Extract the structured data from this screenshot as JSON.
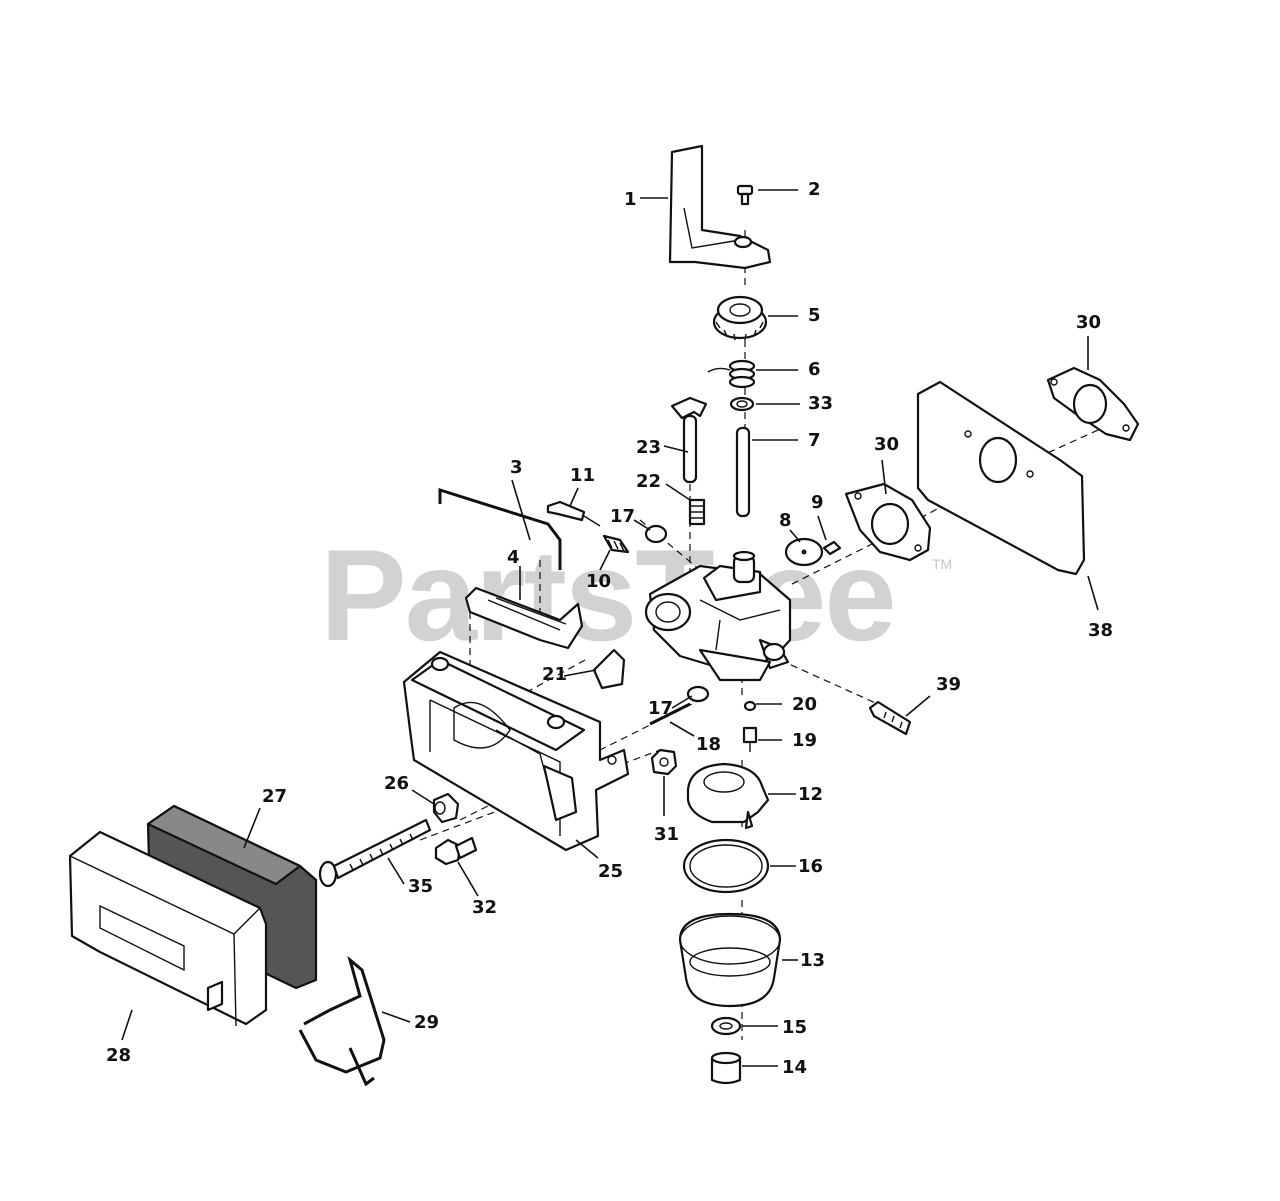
{
  "watermark": {
    "text": "PartsTree",
    "trademark": "TM"
  },
  "labels": {
    "l1": "1",
    "l2": "2",
    "l3": "3",
    "l4": "4",
    "l5": "5",
    "l6": "6",
    "l7": "7",
    "l8": "8",
    "l9": "9",
    "l10": "10",
    "l11": "11",
    "l12": "12",
    "l13": "13",
    "l14": "14",
    "l15": "15",
    "l16": "16",
    "l17a": "17",
    "l17b": "17",
    "l18": "18",
    "l19": "19",
    "l20": "20",
    "l21": "21",
    "l22": "22",
    "l23": "23",
    "l25": "25",
    "l26": "26",
    "l27": "27",
    "l28": "28",
    "l29": "29",
    "l30a": "30",
    "l30b": "30",
    "l31": "31",
    "l32": "32",
    "l33": "33",
    "l35": "35",
    "l38": "38",
    "l39": "39"
  }
}
